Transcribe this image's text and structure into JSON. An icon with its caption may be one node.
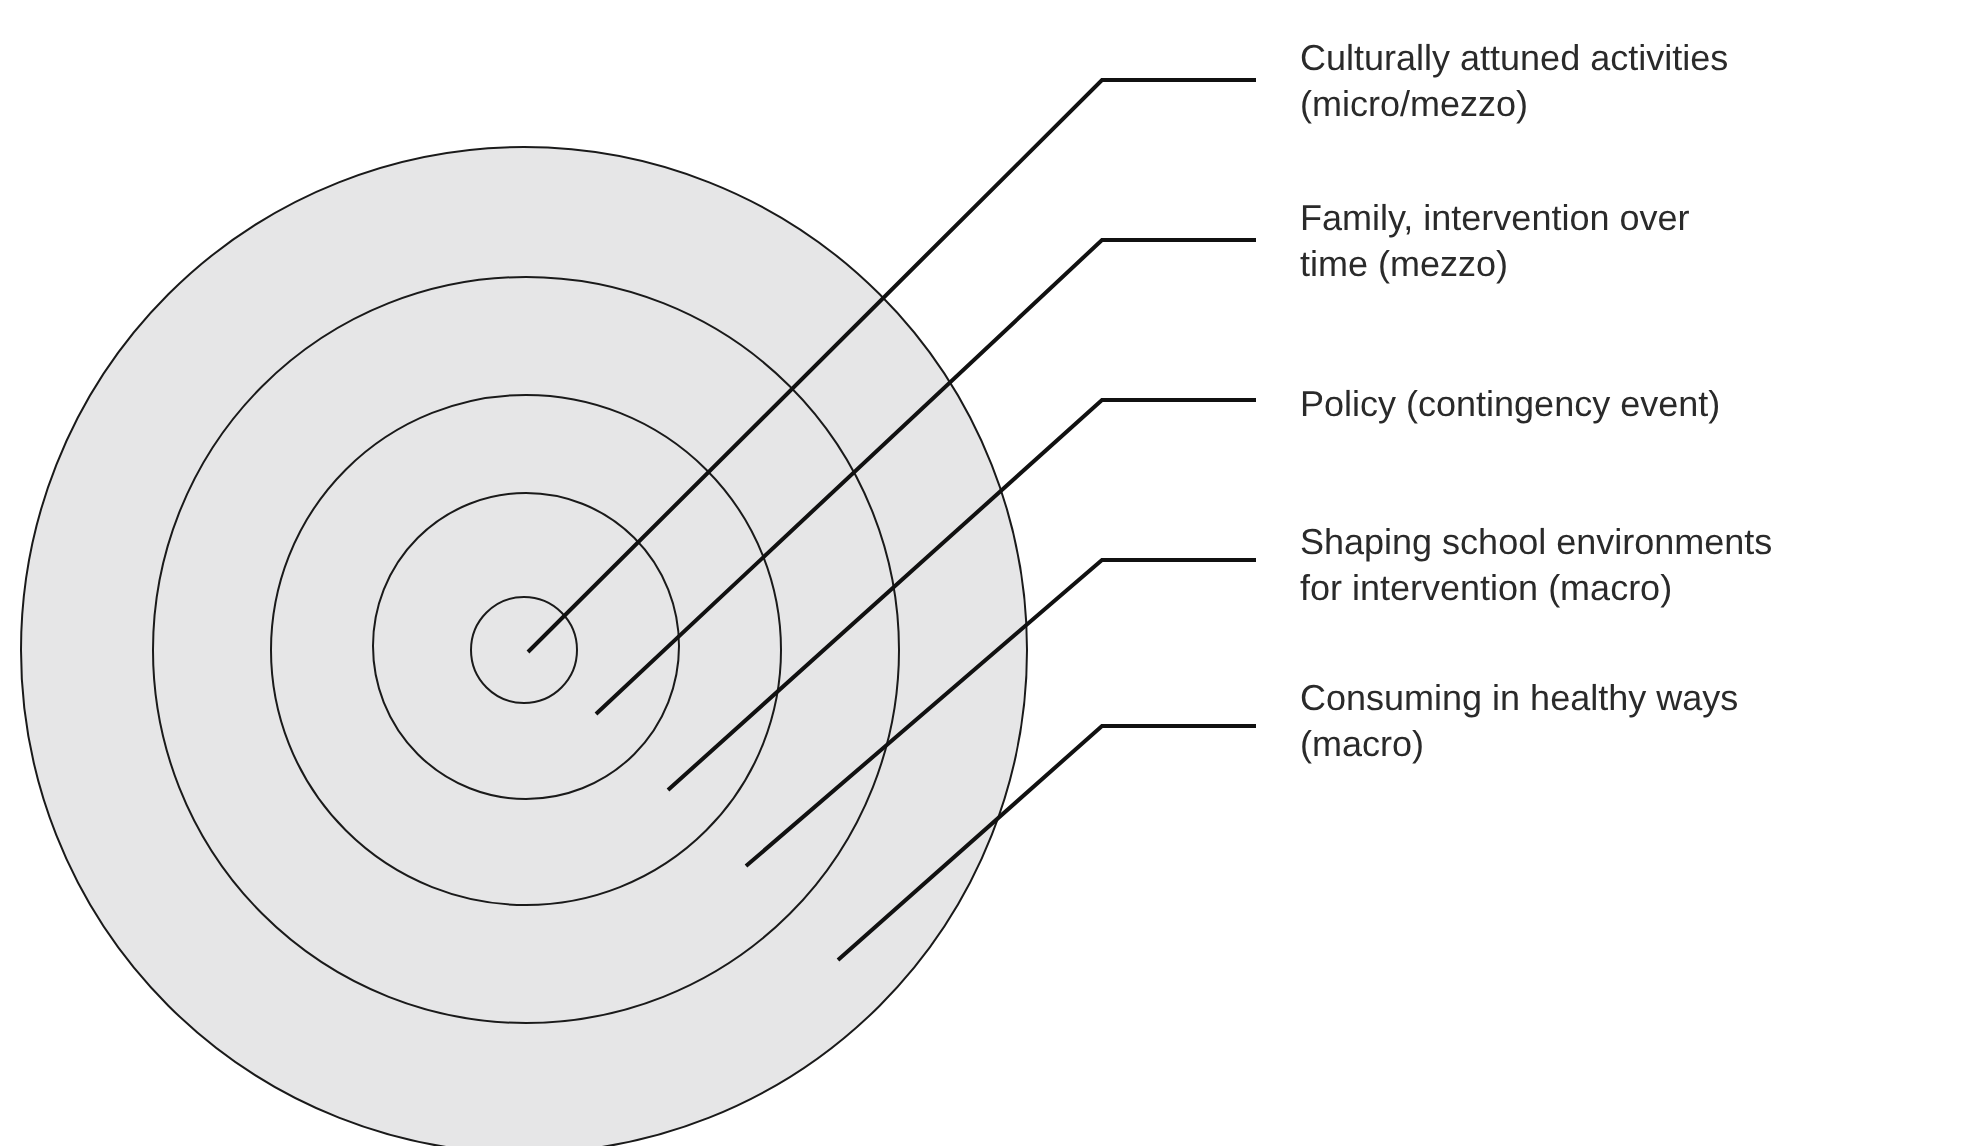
{
  "diagram": {
    "nodes": [
      {
        "text": [
          "Culturally attuned activities (micro/mezzo)"
        ]
      },
      {
        "text": [
          "Family, intervention over time (mezzo)"
        ]
      },
      {
        "text": [
          "Policy (contingency event)"
        ]
      },
      {
        "text": [
          "Shaping school environments for intervention (macro)"
        ]
      },
      {
        "text": [
          "Consuming in healthy ways (macro)"
        ]
      },
      {
        "text": [],
        "shape": "circle"
      },
      {
        "text": [],
        "shape": "circle",
        "in": 5
      },
      {
        "text": [],
        "shape": "circle",
        "in": 6
      },
      {
        "text": [],
        "shape": "circle",
        "in": 7
      },
      {
        "text": [],
        "shape": "circle",
        "in": 8
      }
    ],
    "edges": [
      {
        "from": 0,
        "to": 9,
        "arrow": "none"
      },
      {
        "from": 1,
        "to": 8,
        "arrow": "none"
      },
      {
        "from": 2,
        "to": 7,
        "arrow": "none"
      },
      {
        "from": 3,
        "to": 6,
        "arrow": "none"
      },
      {
        "from": 4,
        "to": 5,
        "arrow": "none"
      }
    ]
  }
}
